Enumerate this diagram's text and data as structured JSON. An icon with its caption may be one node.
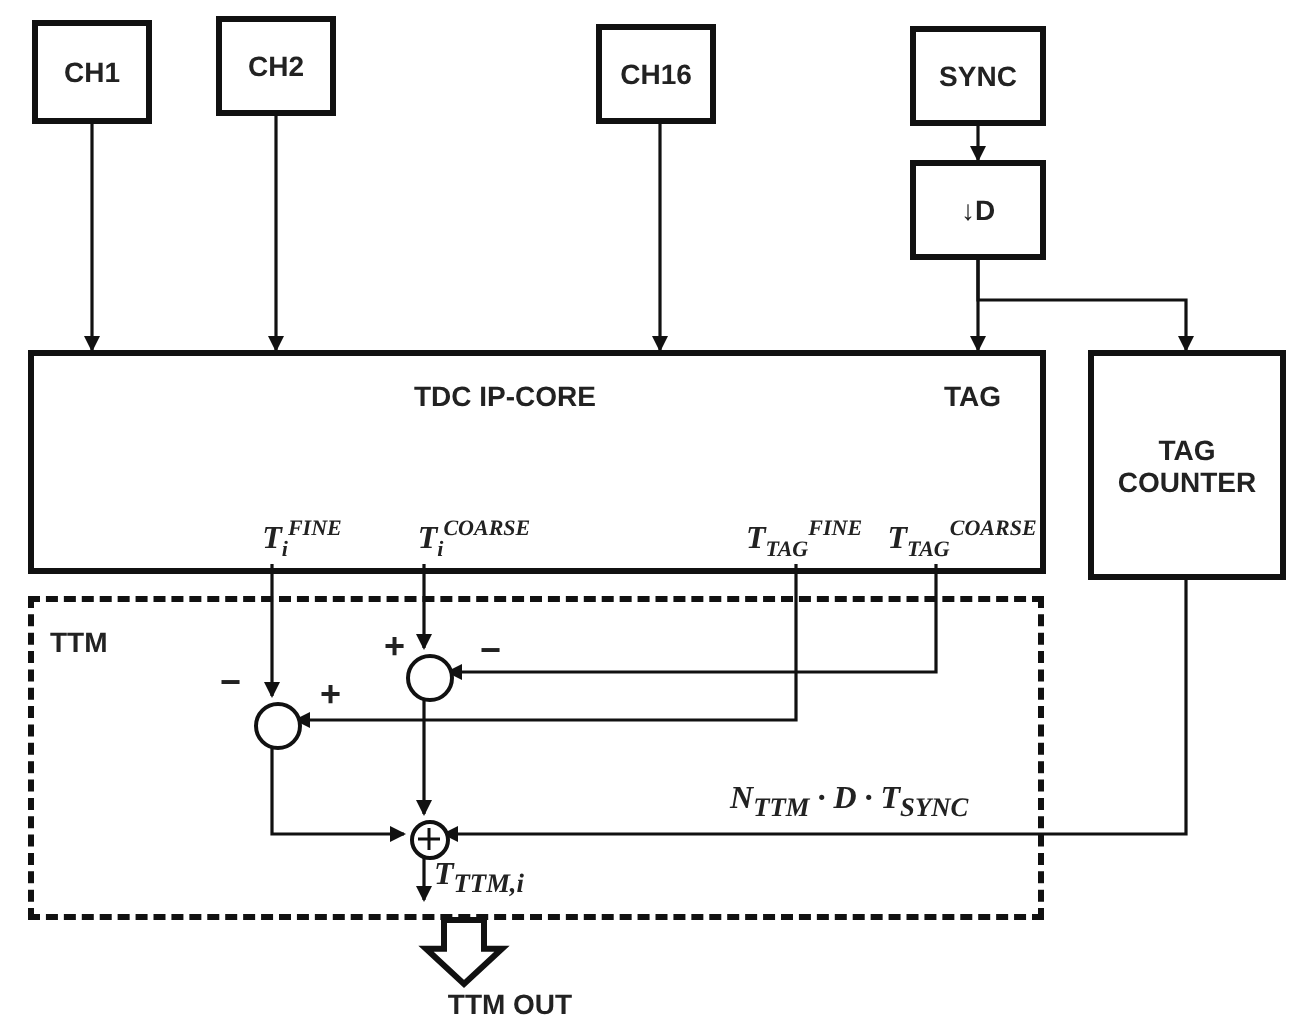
{
  "diagram": {
    "nodes": [
      {
        "text": [
          "CH1"
        ]
      },
      {
        "text": [
          "CH2"
        ]
      },
      {
        "text": [
          "CH16"
        ]
      },
      {
        "text": [
          "SYNC"
        ]
      },
      {
        "text": [
          "↓D"
        ]
      },
      {
        "text": [
          "TDC IP-CORE",
          "TAG"
        ]
      },
      {
        "text": [
          "T$_{i}$$^{FINE}$"
        ],
        "in": 5
      },
      {
        "text": [
          "T$_{i}$$^{COARSE}$"
        ],
        "in": 5
      },
      {
        "text": [
          "T$_{TAG}$$^{FINE}$"
        ],
        "in": 5
      },
      {
        "text": [
          "T$_{TAG}$$^{COARSE}$"
        ],
        "in": 5
      },
      {
        "text": [
          "TAG COUNTER"
        ]
      },
      {
        "text": [
          "TTM"
        ]
      },
      {
        "text": [],
        "shape": "circle",
        "in": 11
      },
      {
        "text": [],
        "shape": "circle",
        "in": 11
      },
      {
        "text": [],
        "shape": "circle",
        "in": 11
      },
      {
        "text": [
          "TTM OUT"
        ]
      }
    ],
    "edges": [
      {
        "from": 0,
        "to": 5,
        "arrow": "to"
      },
      {
        "from": 1,
        "to": 5,
        "arrow": "to"
      },
      {
        "from": 2,
        "to": 5,
        "arrow": "to"
      },
      {
        "from": 3,
        "to": 4,
        "arrow": "to"
      },
      {
        "from": 4,
        "to": 5,
        "arrow": "to"
      },
      {
        "from": 4,
        "to": 10,
        "arrow": "to"
      },
      {
        "from": 6,
        "to": 13,
        "arrow": "to",
        "label": "−"
      },
      {
        "from": 7,
        "to": 12,
        "arrow": "to",
        "label": "+"
      },
      {
        "from": 8,
        "to": 13,
        "arrow": "to",
        "label": "+"
      },
      {
        "from": 9,
        "to": 12,
        "arrow": "to",
        "label": "−"
      },
      {
        "from": 13,
        "to": 14,
        "arrow": "to"
      },
      {
        "from": 12,
        "to": 14,
        "arrow": "to"
      },
      {
        "from": 10,
        "to": 14,
        "arrow": "to",
        "label": "N$_{TTM}$ · D · T$_{SYNC}$"
      },
      {
        "from": 14,
        "to": null,
        "arrow": "to",
        "label": "T$_{TTM,i}$"
      },
      {
        "from": 11,
        "to": 15,
        "arrow": "to",
        "style": "thick"
      }
    ]
  }
}
